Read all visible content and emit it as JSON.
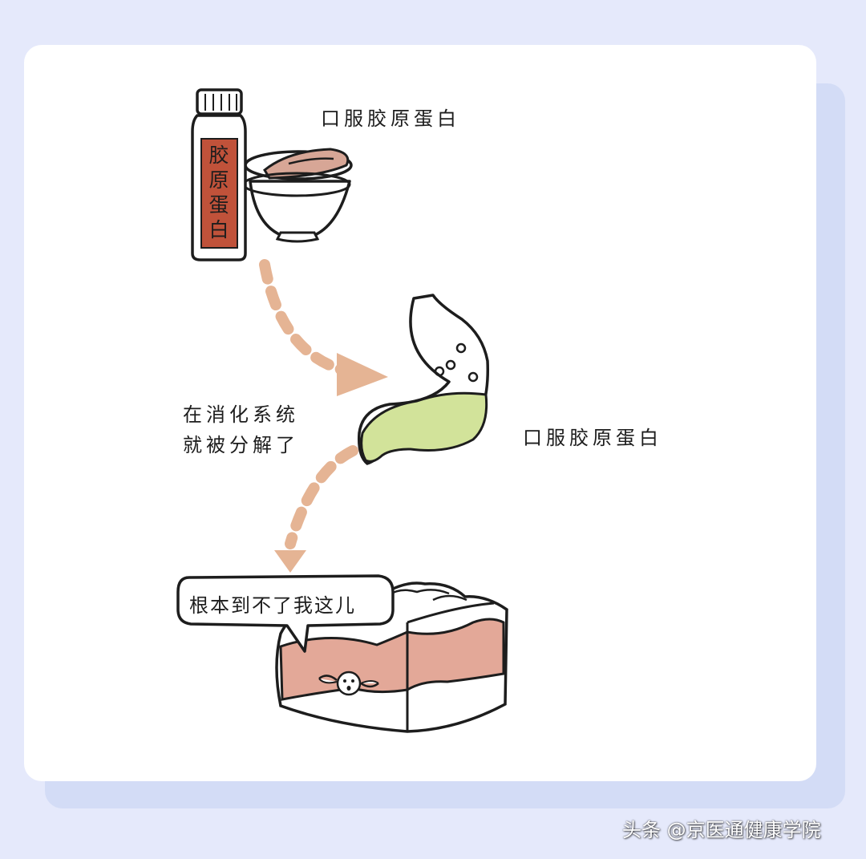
{
  "labels": {
    "top": "口服胶原蛋白",
    "mid": "口服胶原蛋白",
    "digest_line1": "在消化系统",
    "digest_line2": "就被分解了",
    "speech": "根本到不了我这儿",
    "bottle": "胶原蛋白"
  },
  "watermark": "头条 @京医通健康学院",
  "colors": {
    "background": "#e5e9fb",
    "card": "#ffffff",
    "bottle_label": "#c0523a",
    "stomach_fluid": "#d2e39a",
    "arrow": "#e5b494",
    "skin_layer": "#e3a898"
  },
  "icons": {
    "bottle": "collagen-bottle-icon",
    "bowl": "bowl-icon",
    "stomach": "stomach-icon",
    "skin": "skin-tissue-icon",
    "speech": "speech-bubble-icon",
    "arrow": "dashed-arrow-icon"
  }
}
